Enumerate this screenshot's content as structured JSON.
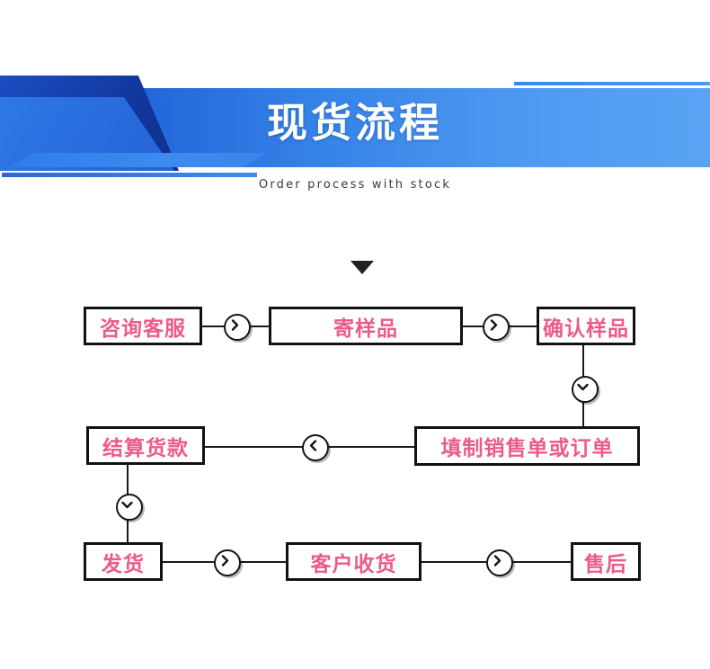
{
  "banner": {
    "title": "现货流程",
    "subtitle": "Order process with stock",
    "colors": {
      "bar_start": "#1652c8",
      "bar_end": "#5aa3f5",
      "shape_dark": "#12389f",
      "title_color": "#ffffff",
      "subtitle_color": "#3a3a3a"
    }
  },
  "flow": {
    "marker_icon": "triangle-down-icon",
    "node_text_color": "#ec5a8c",
    "node_border_color": "#111111",
    "rows": [
      {
        "nodes": [
          {
            "label": "咨询客服"
          },
          {
            "label": "寄样品"
          },
          {
            "label": "确认样品"
          }
        ],
        "connectors": [
          {
            "icon": "chevron-right-circle-icon"
          },
          {
            "icon": "chevron-right-circle-icon"
          }
        ]
      },
      {
        "nodes": [
          {
            "label": "结算货款"
          },
          {
            "label": "填制销售单或订单"
          }
        ],
        "connectors": [
          {
            "icon": "chevron-left-circle-icon"
          }
        ]
      },
      {
        "nodes": [
          {
            "label": "发货"
          },
          {
            "label": "客户收货"
          },
          {
            "label": "售后"
          }
        ],
        "connectors": [
          {
            "icon": "chevron-right-circle-icon"
          },
          {
            "icon": "chevron-right-circle-icon"
          }
        ]
      }
    ],
    "vertical_connectors": [
      {
        "icon": "chevron-down-circle-icon",
        "from": "确认样品",
        "to": "填制销售单或订单"
      },
      {
        "icon": "chevron-down-circle-icon",
        "from": "结算货款",
        "to": "发货"
      }
    ]
  }
}
